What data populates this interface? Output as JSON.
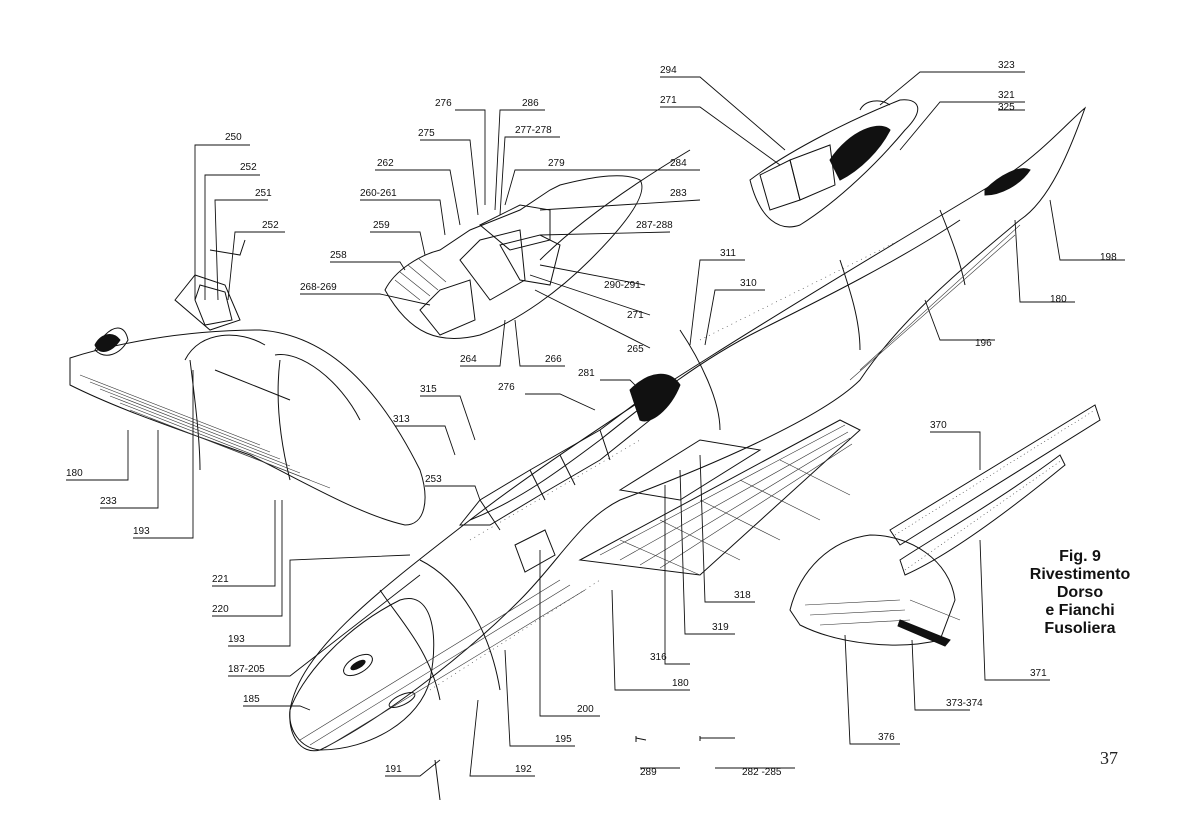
{
  "figure": {
    "title_lines": [
      "Fig. 9",
      "Rivestimento",
      "Dorso",
      "e Fianchi",
      "Fusoliera"
    ],
    "page_number": "37"
  },
  "callouts": [
    "250",
    "252",
    "251",
    "252",
    "276",
    "286",
    "275",
    "277-278",
    "262",
    "279",
    "284",
    "260-261",
    "283",
    "259",
    "287-288",
    "258",
    "290-291",
    "268-269",
    "271",
    "264",
    "266",
    "265",
    "294",
    "271",
    "323",
    "321",
    "325",
    "198",
    "180",
    "196",
    "311",
    "310",
    "315",
    "276",
    "281",
    "313",
    "253",
    "180",
    "233",
    "193",
    "221",
    "220",
    "193",
    "187-205",
    "185",
    "191",
    "192",
    "195",
    "200",
    "180",
    "316",
    "319",
    "318",
    "370",
    "371",
    "373-374",
    "376",
    "289",
    "282 -285"
  ]
}
